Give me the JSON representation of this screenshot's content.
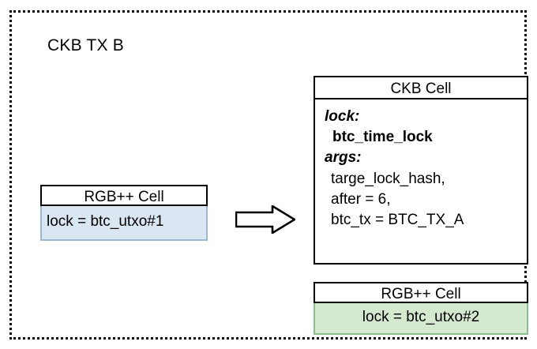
{
  "diagram": {
    "title": "CKB TX B",
    "border_style": "dotted",
    "border_color": "#000000"
  },
  "input_cell": {
    "header": "RGB++ Cell",
    "body_text": "lock = btc_utxo#1",
    "fill_color": "#dae6f2",
    "border_color": "#9cb6d4"
  },
  "arrow": {
    "icon": "block-arrow-right-icon",
    "direction": "right",
    "fill_color": "#ffffff",
    "stroke_color": "#000000"
  },
  "output_ckb_cell": {
    "header": "CKB Cell",
    "lines": [
      {
        "text": "lock:",
        "style": "key"
      },
      {
        "text": "btc_time_lock",
        "style": "val-bold"
      },
      {
        "text": "args:",
        "style": "key"
      },
      {
        "text": "targe_lock_hash,",
        "style": "val"
      },
      {
        "text": "after = 6,",
        "style": "val"
      },
      {
        "text": "btc_tx = BTC_TX_A",
        "style": "val"
      }
    ]
  },
  "output_rgbpp_cell": {
    "header": "RGB++ Cell",
    "body_text": "lock = btc_utxo#2",
    "fill_color": "#d5e8d0",
    "border_color": "#8cbd8c"
  }
}
